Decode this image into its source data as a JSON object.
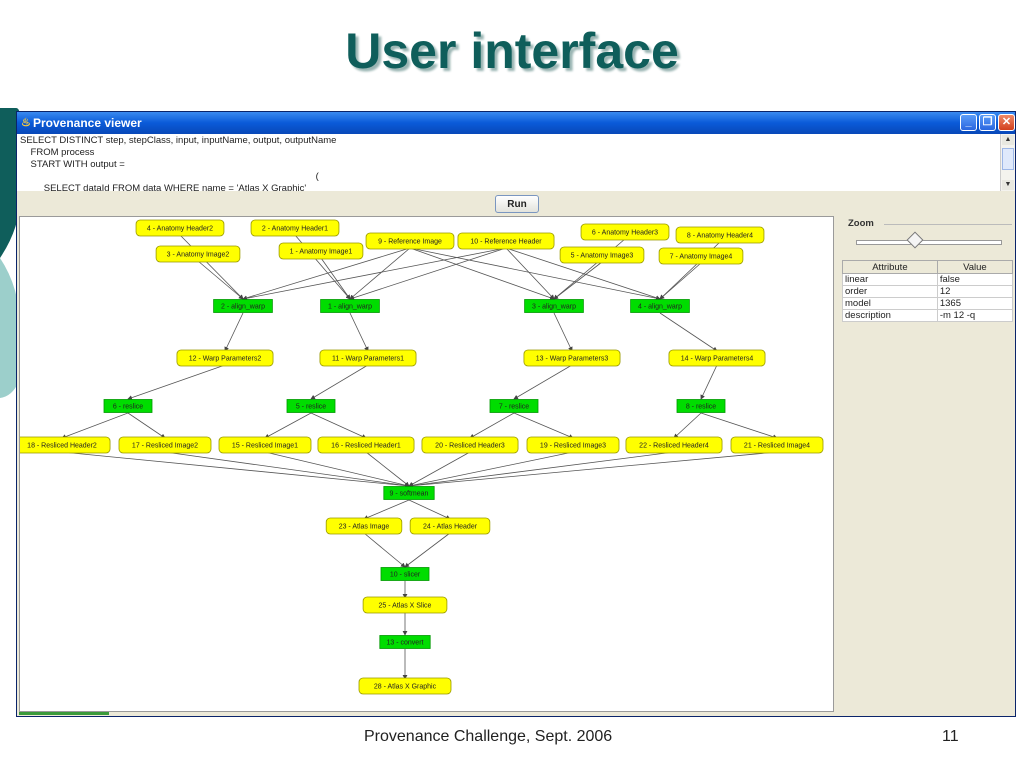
{
  "slide": {
    "title": "User interface",
    "footer": "Provenance Challenge, Sept. 2006",
    "page_number": "11"
  },
  "window": {
    "title": "Provenance viewer",
    "controls": {
      "minimize": "_",
      "restore": "❐",
      "close": "✕"
    }
  },
  "query": {
    "lines": [
      "SELECT DISTINCT step, stepClass, input, inputName, output, outputName",
      "    FROM process",
      "    START WITH output =",
      "                                                                                                                (",
      "         SELECT dataId FROM data WHERE name = 'Atlas X Graphic'"
    ]
  },
  "toolbar": {
    "run_label": "Run"
  },
  "zoom": {
    "label": "Zoom",
    "level": 0.4
  },
  "attributes": {
    "headers": [
      "Attribute",
      "Value"
    ],
    "rows": [
      [
        "linear",
        "false"
      ],
      [
        "order",
        "12"
      ],
      [
        "model",
        "1365"
      ],
      [
        "description",
        "-m 12 -q"
      ]
    ]
  },
  "colors": {
    "data_node": "#ffff00",
    "process_node": "#00dd00",
    "title": "#0f5e5b",
    "titlebar": "#0a5ad8"
  },
  "graph": {
    "nodes": [
      {
        "id": "n4",
        "label": "4 - Anatomy Header2",
        "kind": "data"
      },
      {
        "id": "n2",
        "label": "2 - Anatomy Header1",
        "kind": "data"
      },
      {
        "id": "n3",
        "label": "3 - Anatomy Image2",
        "kind": "data"
      },
      {
        "id": "n1",
        "label": "1 - Anatomy Image1",
        "kind": "data"
      },
      {
        "id": "n9",
        "label": "9 - Reference Image",
        "kind": "data"
      },
      {
        "id": "n10",
        "label": "10 - Reference Header",
        "kind": "data"
      },
      {
        "id": "n6",
        "label": "6 - Anatomy Header3",
        "kind": "data"
      },
      {
        "id": "n5",
        "label": "5 - Anatomy Image3",
        "kind": "data"
      },
      {
        "id": "n8",
        "label": "8 - Anatomy Header4",
        "kind": "data"
      },
      {
        "id": "n7",
        "label": "7 - Anatomy Image4",
        "kind": "data"
      },
      {
        "id": "p2",
        "label": "2 - align_warp",
        "kind": "process"
      },
      {
        "id": "p1",
        "label": "1 - align_warp",
        "kind": "process"
      },
      {
        "id": "p3",
        "label": "3 - align_warp",
        "kind": "process"
      },
      {
        "id": "p4",
        "label": "4 - align_warp",
        "kind": "process"
      },
      {
        "id": "n12",
        "label": "12 - Warp Parameters2",
        "kind": "data"
      },
      {
        "id": "n11",
        "label": "11 - Warp Parameters1",
        "kind": "data"
      },
      {
        "id": "n13",
        "label": "13 - Warp Parameters3",
        "kind": "data"
      },
      {
        "id": "n14",
        "label": "14 - Warp Parameters4",
        "kind": "data"
      },
      {
        "id": "p6",
        "label": "6 - reslice",
        "kind": "process"
      },
      {
        "id": "p5",
        "label": "5 - reslice",
        "kind": "process"
      },
      {
        "id": "p7",
        "label": "7 - reslice",
        "kind": "process"
      },
      {
        "id": "p8",
        "label": "8 - reslice",
        "kind": "process"
      },
      {
        "id": "n18",
        "label": "18 - Resliced Header2",
        "kind": "data"
      },
      {
        "id": "n17",
        "label": "17 - Resliced Image2",
        "kind": "data"
      },
      {
        "id": "n15",
        "label": "15 - Resliced Image1",
        "kind": "data"
      },
      {
        "id": "n16",
        "label": "16 - Resliced Header1",
        "kind": "data"
      },
      {
        "id": "n20",
        "label": "20 - Resliced Header3",
        "kind": "data"
      },
      {
        "id": "n19",
        "label": "19 - Resliced Image3",
        "kind": "data"
      },
      {
        "id": "n22",
        "label": "22 - Resliced Header4",
        "kind": "data"
      },
      {
        "id": "n21",
        "label": "21 - Resliced Image4",
        "kind": "data"
      },
      {
        "id": "p9",
        "label": "9 - softmean",
        "kind": "process"
      },
      {
        "id": "n23",
        "label": "23 - Atlas Image",
        "kind": "data"
      },
      {
        "id": "n24",
        "label": "24 - Atlas Header",
        "kind": "data"
      },
      {
        "id": "p10",
        "label": "10 - slicer",
        "kind": "process"
      },
      {
        "id": "n25",
        "label": "25 - Atlas X Slice",
        "kind": "data"
      },
      {
        "id": "p13",
        "label": "13 - convert",
        "kind": "process"
      },
      {
        "id": "n28",
        "label": "28 - Atlas X Graphic",
        "kind": "data"
      }
    ],
    "edges": [
      [
        "n4",
        "p2"
      ],
      [
        "n3",
        "p2"
      ],
      [
        "n9",
        "p2"
      ],
      [
        "n10",
        "p2"
      ],
      [
        "n2",
        "p1"
      ],
      [
        "n1",
        "p1"
      ],
      [
        "n9",
        "p1"
      ],
      [
        "n10",
        "p1"
      ],
      [
        "n9",
        "p3"
      ],
      [
        "n10",
        "p3"
      ],
      [
        "n5",
        "p3"
      ],
      [
        "n6",
        "p3"
      ],
      [
        "n9",
        "p4"
      ],
      [
        "n10",
        "p4"
      ],
      [
        "n7",
        "p4"
      ],
      [
        "n8",
        "p4"
      ],
      [
        "p2",
        "n12"
      ],
      [
        "p1",
        "n11"
      ],
      [
        "p3",
        "n13"
      ],
      [
        "p4",
        "n14"
      ],
      [
        "n12",
        "p6"
      ],
      [
        "n11",
        "p5"
      ],
      [
        "n13",
        "p7"
      ],
      [
        "n14",
        "p8"
      ],
      [
        "p6",
        "n18"
      ],
      [
        "p6",
        "n17"
      ],
      [
        "p5",
        "n15"
      ],
      [
        "p5",
        "n16"
      ],
      [
        "p7",
        "n20"
      ],
      [
        "p7",
        "n19"
      ],
      [
        "p8",
        "n22"
      ],
      [
        "p8",
        "n21"
      ],
      [
        "n18",
        "p9"
      ],
      [
        "n17",
        "p9"
      ],
      [
        "n15",
        "p9"
      ],
      [
        "n16",
        "p9"
      ],
      [
        "n20",
        "p9"
      ],
      [
        "n19",
        "p9"
      ],
      [
        "n22",
        "p9"
      ],
      [
        "n21",
        "p9"
      ],
      [
        "p9",
        "n23"
      ],
      [
        "p9",
        "n24"
      ],
      [
        "n23",
        "p10"
      ],
      [
        "n24",
        "p10"
      ],
      [
        "p10",
        "n25"
      ],
      [
        "n25",
        "p13"
      ],
      [
        "p13",
        "n28"
      ]
    ]
  }
}
